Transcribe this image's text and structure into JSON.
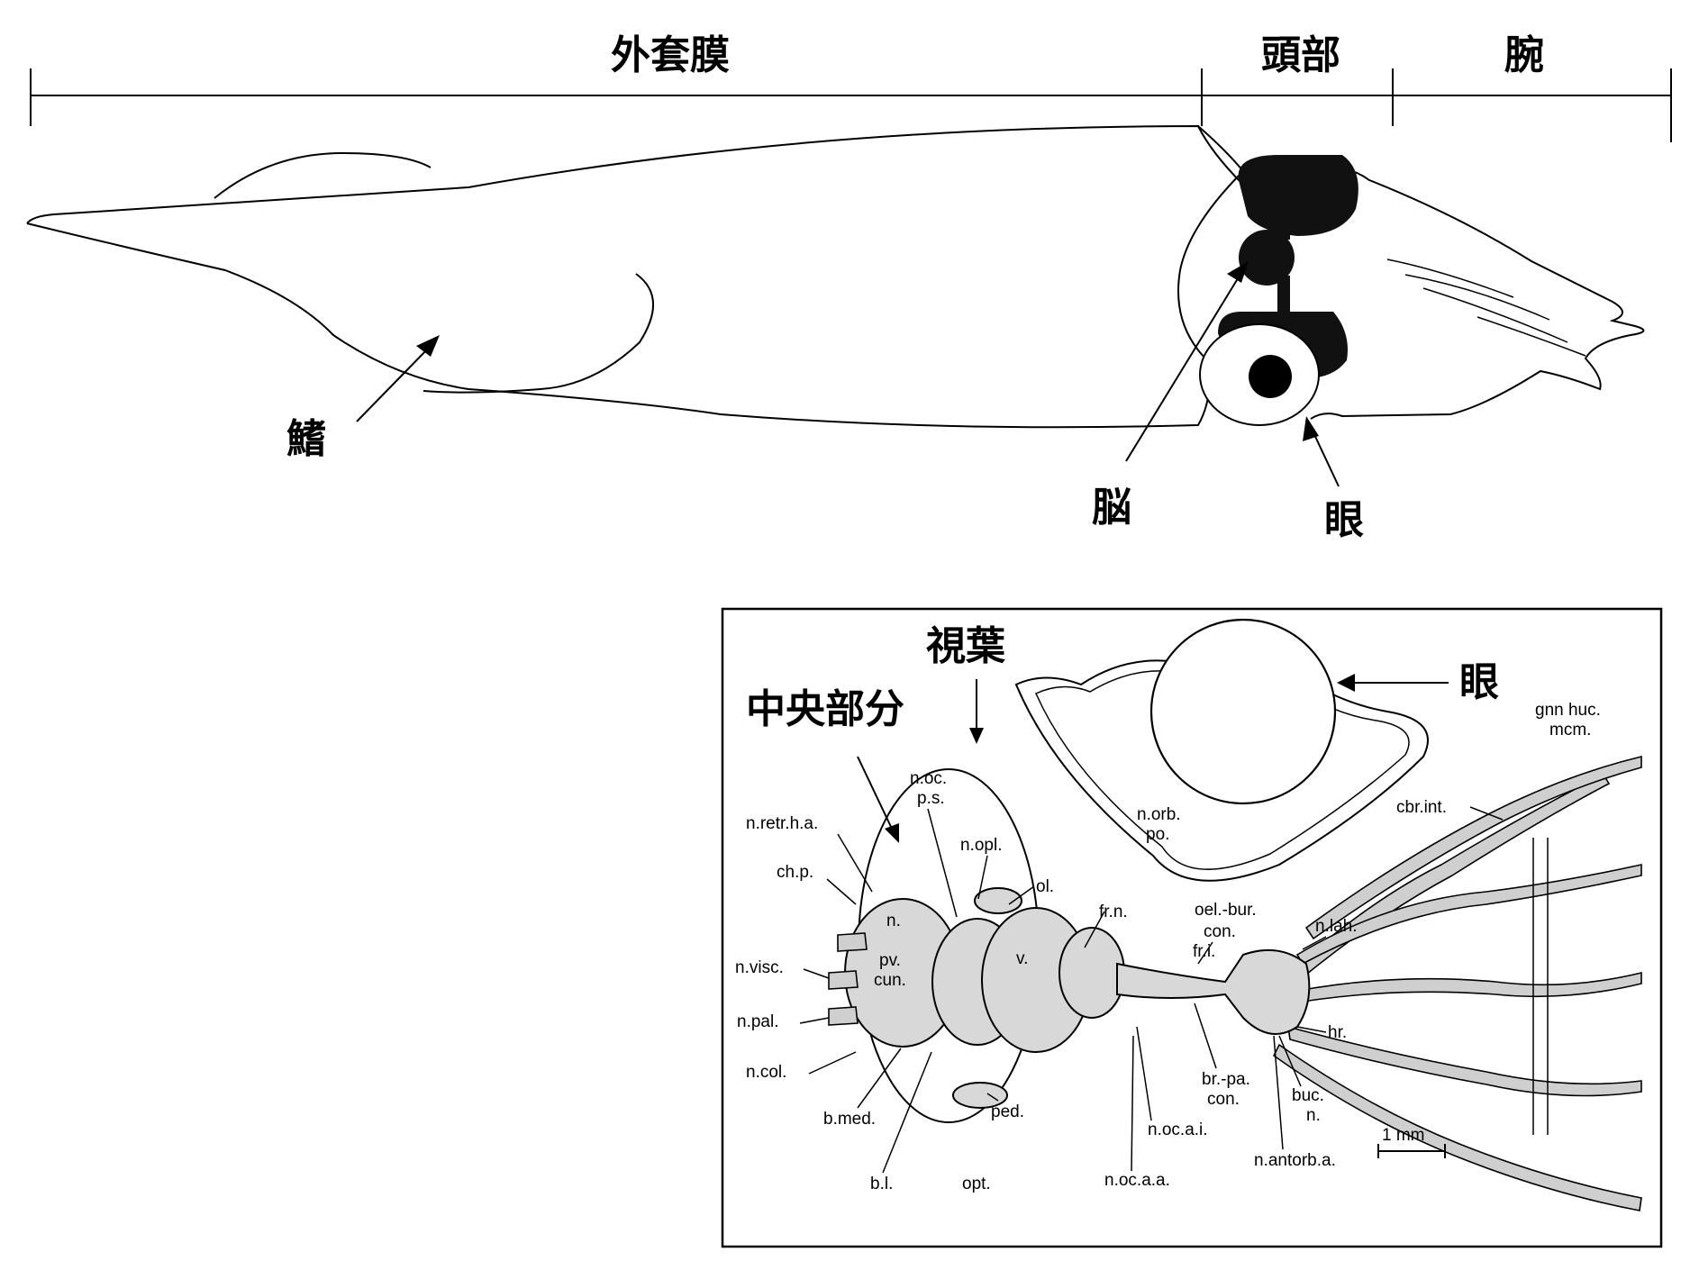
{
  "top_diagram": {
    "regions": {
      "mantle": "外套膜",
      "head": "頭部",
      "arms": "腕"
    },
    "labels": {
      "fin": "鰭",
      "brain": "脳",
      "eye": "眼"
    }
  },
  "bottom_diagram": {
    "callouts": {
      "optic_lobe": "視葉",
      "central_part": "中央部分",
      "eye": "眼"
    },
    "anatomy_labels": [
      "n.oc.",
      "p.s.",
      "n.opl.",
      "ol.",
      "n.retr.h.a.",
      "ch.p.",
      "n.",
      "pv.",
      "cun.",
      "n.visc.",
      "n.pal.",
      "n.col.",
      "b.med.",
      "b.l.",
      "ped.",
      "opt.",
      "v.",
      "fr.n.",
      "n.orb.",
      "po.",
      "oel.-bur.",
      "con.",
      "fr.i.",
      "n.lah.",
      "hr.",
      "buc.",
      "n.",
      "br.-pa.",
      "con.",
      "n.oc.a.i.",
      "n.oc.a.a.",
      "n.antorb.a.",
      "gnn huc.",
      "mcm.",
      "cbr.int."
    ],
    "scale_bar": "1 mm"
  }
}
